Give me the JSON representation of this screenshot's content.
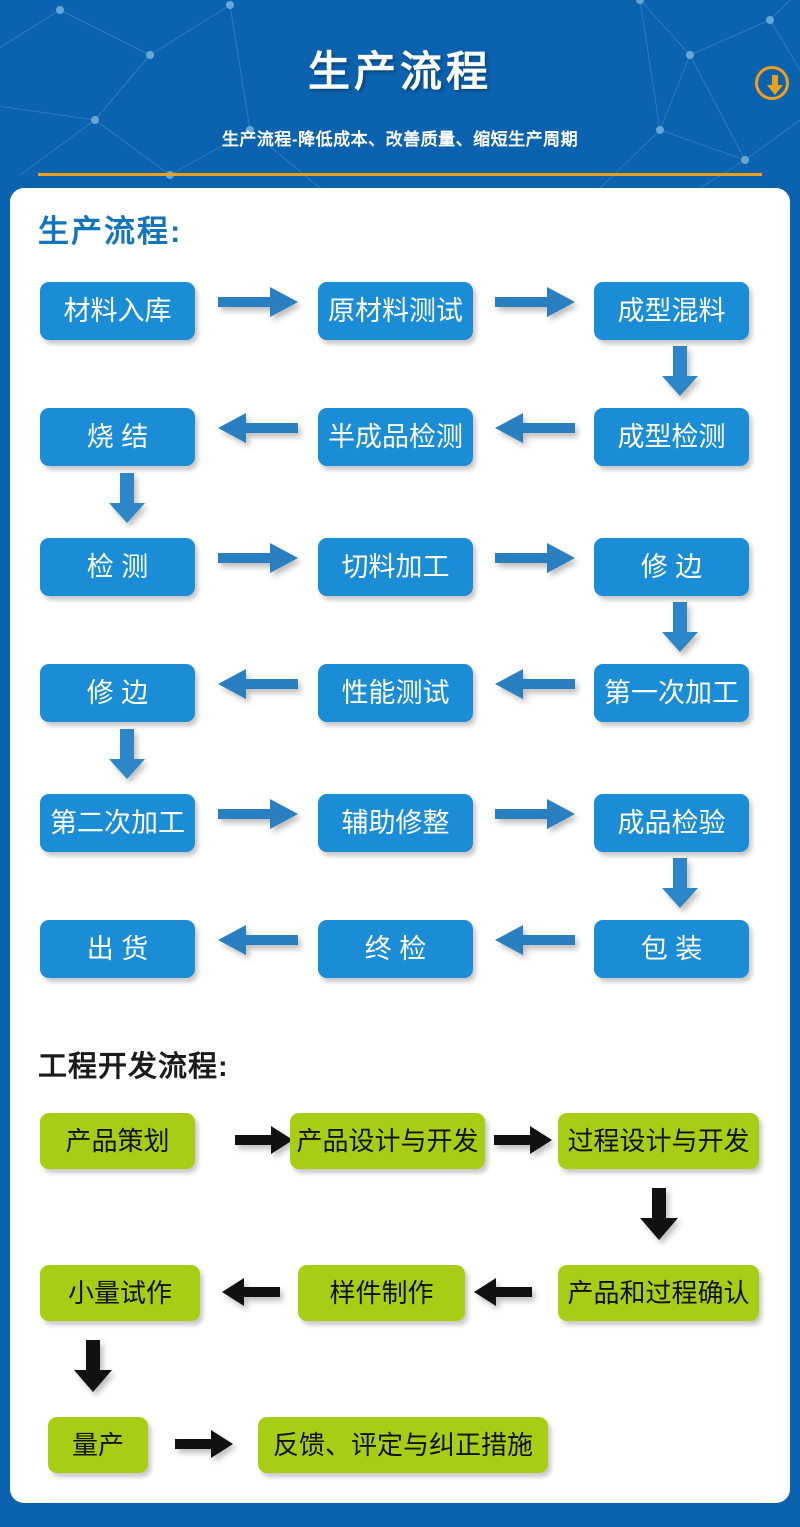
{
  "header": {
    "title": "生产流程",
    "subtitle": "生产流程-降低成本、改善质量、缩短生产周期",
    "download_icon": "download-circle-icon",
    "bg_color": "#0b62ae",
    "accent_color": "#ef9f1a"
  },
  "sections": [
    {
      "title": "生产流程:",
      "title_color": "#1275bd",
      "node_color": "#1b8cd6",
      "node_text_color": "#ffffff",
      "arrow_color": "#2a7fc0",
      "nodes": [
        "材料入库",
        "原材料测试",
        "成型混料",
        "成型检测",
        "半成品检测",
        "烧 结",
        "检 测",
        "切料加工",
        "修 边",
        "第一次加工",
        "性能测试",
        "修 边",
        "第二次加工",
        "辅助修整",
        "成品检验",
        "包 装",
        "终 检",
        "出 货"
      ]
    },
    {
      "title": "工程开发流程:",
      "title_color": "#1b1b1b",
      "node_color": "#a7cd14",
      "node_text_color": "#111111",
      "arrow_color": "#111111",
      "nodes": [
        "产品策划",
        "产品设计与开发",
        "过程设计与开发",
        "产品和过程确认",
        "样件制作",
        "小量试作",
        "量产",
        "反馈、评定与纠正措施"
      ]
    }
  ]
}
